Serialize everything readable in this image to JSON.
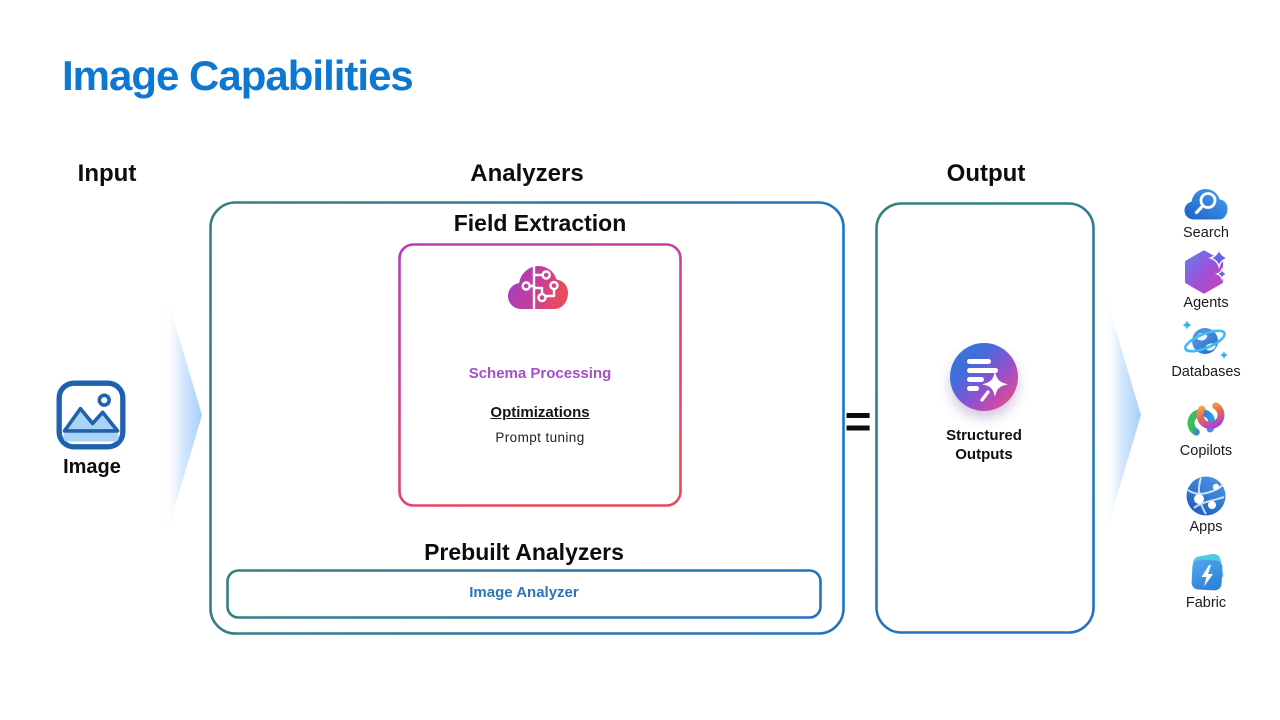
{
  "slide": {
    "title": "Image Capabilities"
  },
  "columns": {
    "input": "Input",
    "analyzers": "Analyzers",
    "output": "Output"
  },
  "input": {
    "item_label": "Image"
  },
  "analyzers": {
    "field_extraction": {
      "title": "Field Extraction",
      "schema_processing": "Schema Processing",
      "optimizations": "Optimizations",
      "prompt_tuning": "Prompt tuning"
    },
    "prebuilt": {
      "title": "Prebuilt Analyzers",
      "image_analyzer": "Image Analyzer"
    }
  },
  "equals": "=",
  "output": {
    "item_label": "Structured Outputs"
  },
  "destinations": [
    {
      "label": "Search",
      "icon": "search-cloud-icon"
    },
    {
      "label": "Agents",
      "icon": "agents-hexagon-icon"
    },
    {
      "label": "Databases",
      "icon": "databases-planet-icon"
    },
    {
      "label": "Copilots",
      "icon": "copilot-swirl-icon"
    },
    {
      "label": "Apps",
      "icon": "apps-globe-icon"
    },
    {
      "label": "Fabric",
      "icon": "fabric-lightning-icon"
    }
  ],
  "colors": {
    "title_blue": "#0E78D1",
    "border_teal": "#37807A",
    "border_blue": "#2273BE",
    "border_magenta": "#B33CBA",
    "border_pink_red": "#E8495C",
    "schema_purple": "#A64FC6",
    "image_analyzer_blue": "#2E75B6",
    "arrow_blue": "#A6CFF7"
  }
}
